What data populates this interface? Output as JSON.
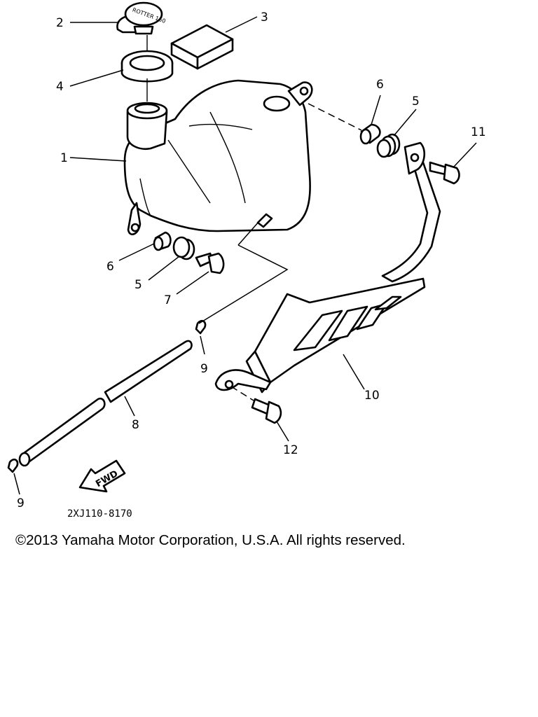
{
  "diagram": {
    "callouts": {
      "c1": "1",
      "c2": "2",
      "c3": "3",
      "c4": "4",
      "c5a": "5",
      "c5b": "5",
      "c6a": "6",
      "c6b": "6",
      "c7": "7",
      "c8": "8",
      "c9a": "9",
      "c9b": "9",
      "c10": "10",
      "c11": "11",
      "c12": "12"
    },
    "cap_label": "ROTTER 160",
    "fwd_label": "FWD",
    "drawing_code": "2XJ110-8170"
  },
  "footer": {
    "copyright": "©2013 Yamaha Motor Corporation, U.S.A. All rights reserved."
  }
}
